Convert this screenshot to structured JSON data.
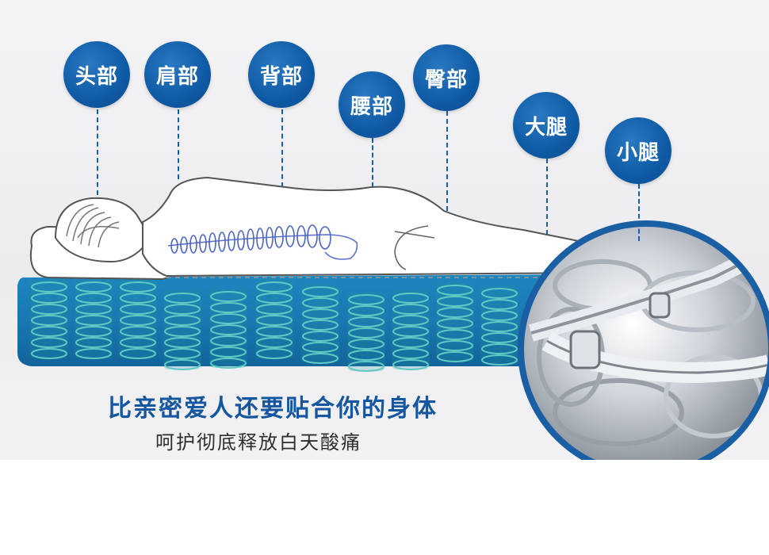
{
  "body_parts": [
    {
      "label": "头部"
    },
    {
      "label": "肩部"
    },
    {
      "label": "背部"
    },
    {
      "label": "腰部"
    },
    {
      "label": "臀部"
    },
    {
      "label": "大腿"
    },
    {
      "label": "小腿"
    }
  ],
  "headline": "比亲密爱人还要贴合你的身体",
  "subline": "呵护彻底释放白天酸痛",
  "colors": {
    "accent_blue": "#1556a0",
    "circle_blue": "#0f5aa4",
    "spring_teal": "#2aa6a4",
    "mattress_blue": "#1c7fb8"
  }
}
